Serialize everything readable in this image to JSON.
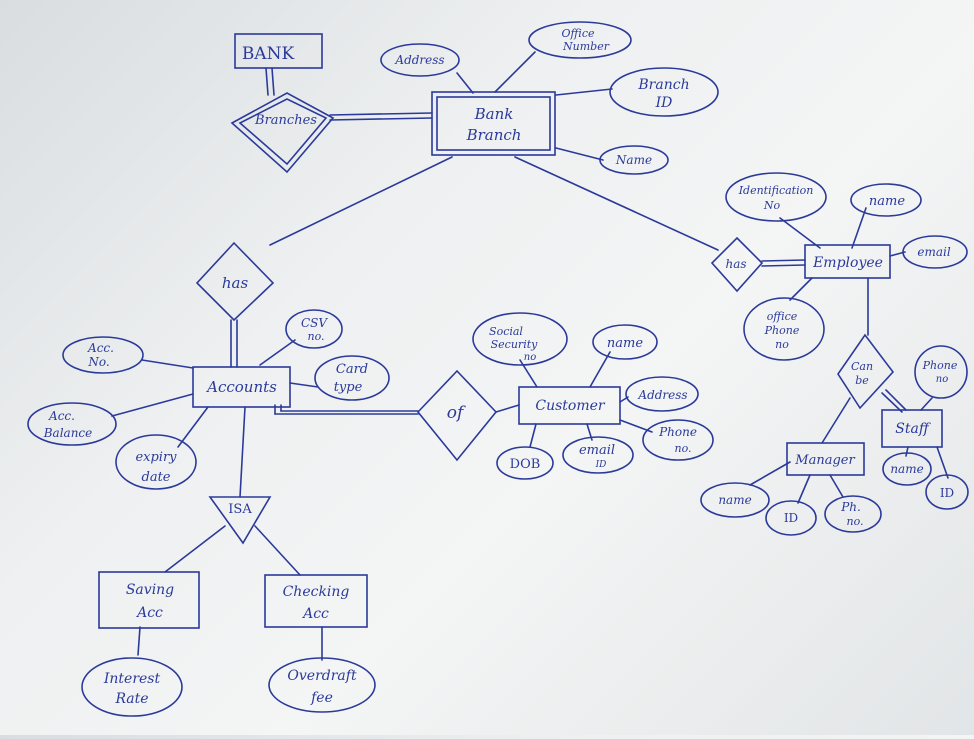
{
  "colors": {
    "ink": "#2b3a9a",
    "paper": "#eef0f1"
  },
  "entities": {
    "bank": "BANK",
    "bank_branch": [
      "Bank",
      "Branch"
    ],
    "employee": "Employee",
    "accounts": "Accounts",
    "customer": "Customer",
    "manager": "Manager",
    "staff": "Staff",
    "saving_acc": [
      "Saving",
      "Acc"
    ],
    "checking_acc": [
      "Checking",
      "Acc"
    ]
  },
  "relationships": {
    "branches": "Branches",
    "has_accounts": "has",
    "has_employee": "has",
    "of": "of",
    "can_be": [
      "Can",
      "be"
    ],
    "isa": "ISA"
  },
  "attributes": {
    "branch_address": "Address",
    "office_number": [
      "Office",
      "Number"
    ],
    "branch_id": [
      "Branch",
      "ID"
    ],
    "branch_name": "Name",
    "emp_identification": [
      "Identification",
      "No"
    ],
    "emp_name": "name",
    "emp_email": "email",
    "emp_office_phone": [
      "office",
      "Phone",
      "no"
    ],
    "acc_no": [
      "Acc.",
      "No."
    ],
    "acc_balance": [
      "Acc.",
      "Balance"
    ],
    "csv_no": [
      "CSV",
      "no."
    ],
    "card_type": [
      "Card",
      "type"
    ],
    "expiry_date": [
      "expiry",
      "date"
    ],
    "cust_ssn": [
      "Social",
      "Security",
      "no"
    ],
    "cust_name": "name",
    "cust_address": "Address",
    "cust_phone": [
      "Phone",
      "no."
    ],
    "cust_email": [
      "email",
      "ID"
    ],
    "cust_dob": "DOB",
    "staff_phone": [
      "Phone",
      "no"
    ],
    "staff_name": "name",
    "staff_id": "ID",
    "mgr_name": "name",
    "mgr_id": "ID",
    "mgr_phone": [
      "Ph.",
      "no."
    ],
    "interest_rate": [
      "Interest",
      "Rate"
    ],
    "overdraft_fee": [
      "Overdraft",
      "fee"
    ]
  }
}
